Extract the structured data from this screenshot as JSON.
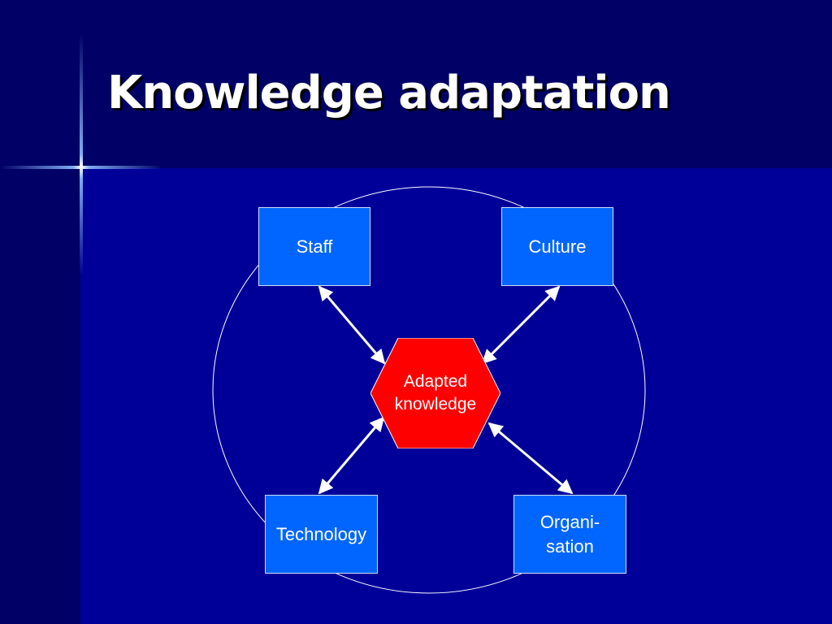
{
  "title": "Knowledge adaptation",
  "diagram": {
    "center": {
      "label_line1": "Adapted",
      "label_line2": "knowledge"
    },
    "nodes": {
      "staff": "Staff",
      "culture": "Culture",
      "technology": "Technology",
      "organisation_line1": "Organi-",
      "organisation_line2": "sation"
    }
  },
  "colors": {
    "background": "#000099",
    "header_band": "#000066",
    "node_fill": "#0066ff",
    "center_fill": "#ff0000",
    "text": "#ffffff"
  }
}
